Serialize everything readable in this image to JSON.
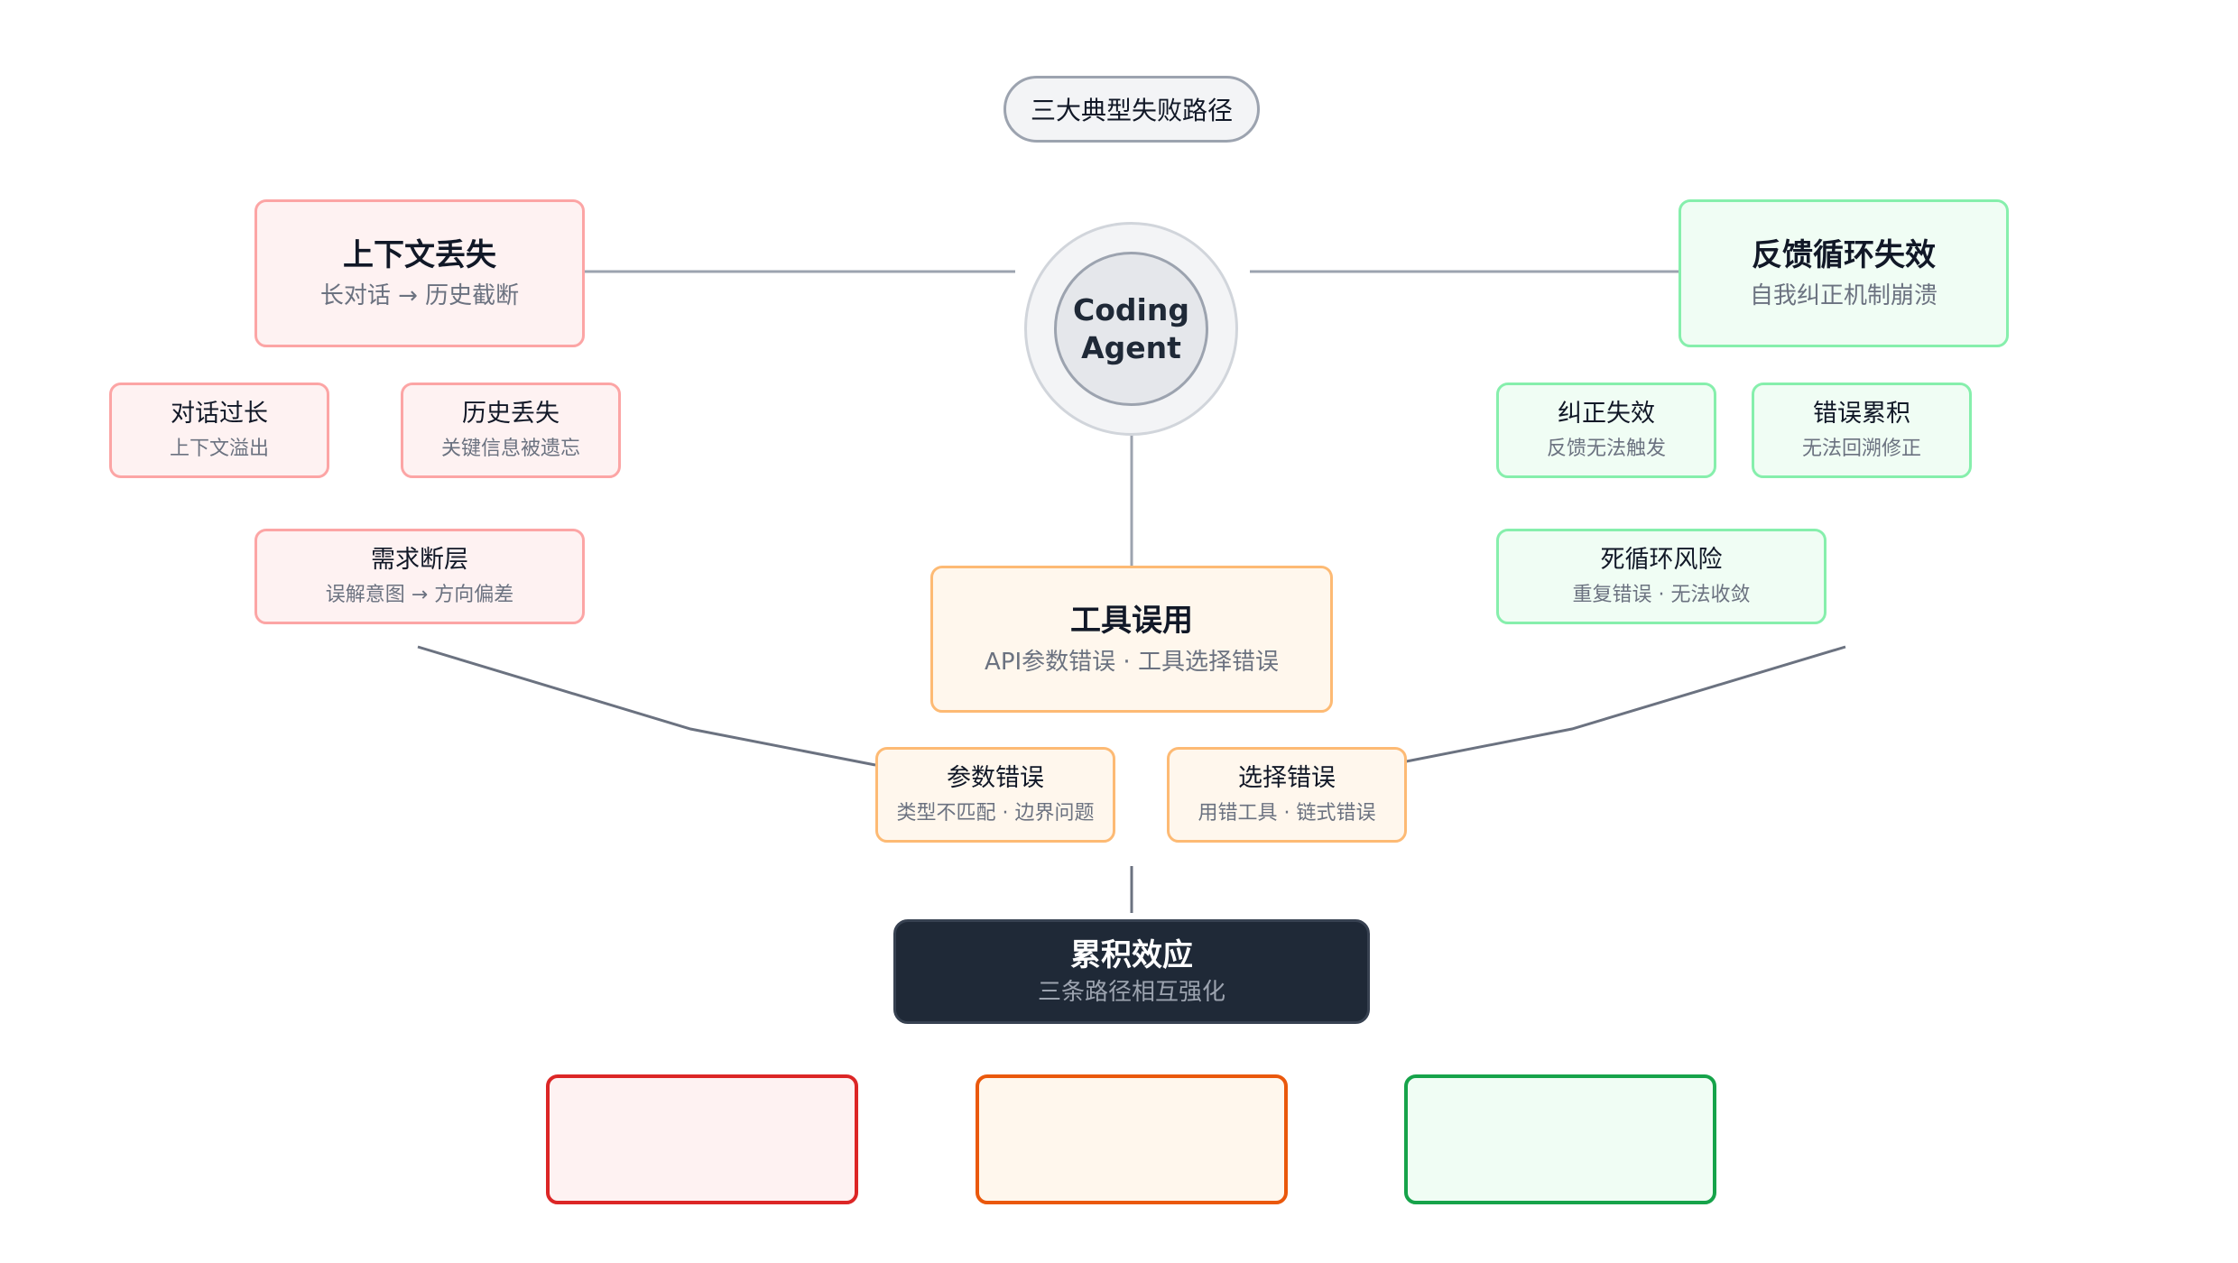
{
  "header": {
    "label": "三大典型失败路径"
  },
  "hub": {
    "line1": "Coding",
    "line2": "Agent"
  },
  "context_loss": {
    "title": "上下文丢失",
    "subtitle": "长对话 → 历史截断",
    "children": [
      {
        "title": "对话过长",
        "subtitle": "上下文溢出"
      },
      {
        "title": "历史丢失",
        "subtitle": "关键信息被遗忘"
      },
      {
        "title": "需求断层",
        "subtitle": "误解意图 → 方向偏差"
      }
    ]
  },
  "feedback_failure": {
    "title": "反馈循环失效",
    "subtitle": "自我纠正机制崩溃",
    "children": [
      {
        "title": "纠正失效",
        "subtitle": "反馈无法触发"
      },
      {
        "title": "错误累积",
        "subtitle": "无法回溯修正"
      },
      {
        "title": "死循环风险",
        "subtitle": "重复错误 · 无法收敛"
      }
    ]
  },
  "tool_misuse": {
    "title": "工具误用",
    "subtitle": "API参数错误 · 工具选择错误",
    "children": [
      {
        "title": "参数错误",
        "subtitle": "类型不匹配 · 边界问题"
      },
      {
        "title": "选择错误",
        "subtitle": "用错工具 · 链式错误"
      }
    ]
  },
  "accumulation": {
    "title": "累积效应",
    "subtitle": "三条路径相互强化"
  },
  "colors": {
    "red_fill": "#fef2f2",
    "red_border": "#fca5a5",
    "red_strong": "#dc2626",
    "green_fill": "#f0fdf4",
    "green_border": "#86efac",
    "green_strong": "#16a34a",
    "orange_fill": "#fff7ed",
    "orange_border": "#fdba74",
    "orange_strong": "#ea580c",
    "dark_fill": "#1f2937",
    "connector": "#6b7280"
  }
}
